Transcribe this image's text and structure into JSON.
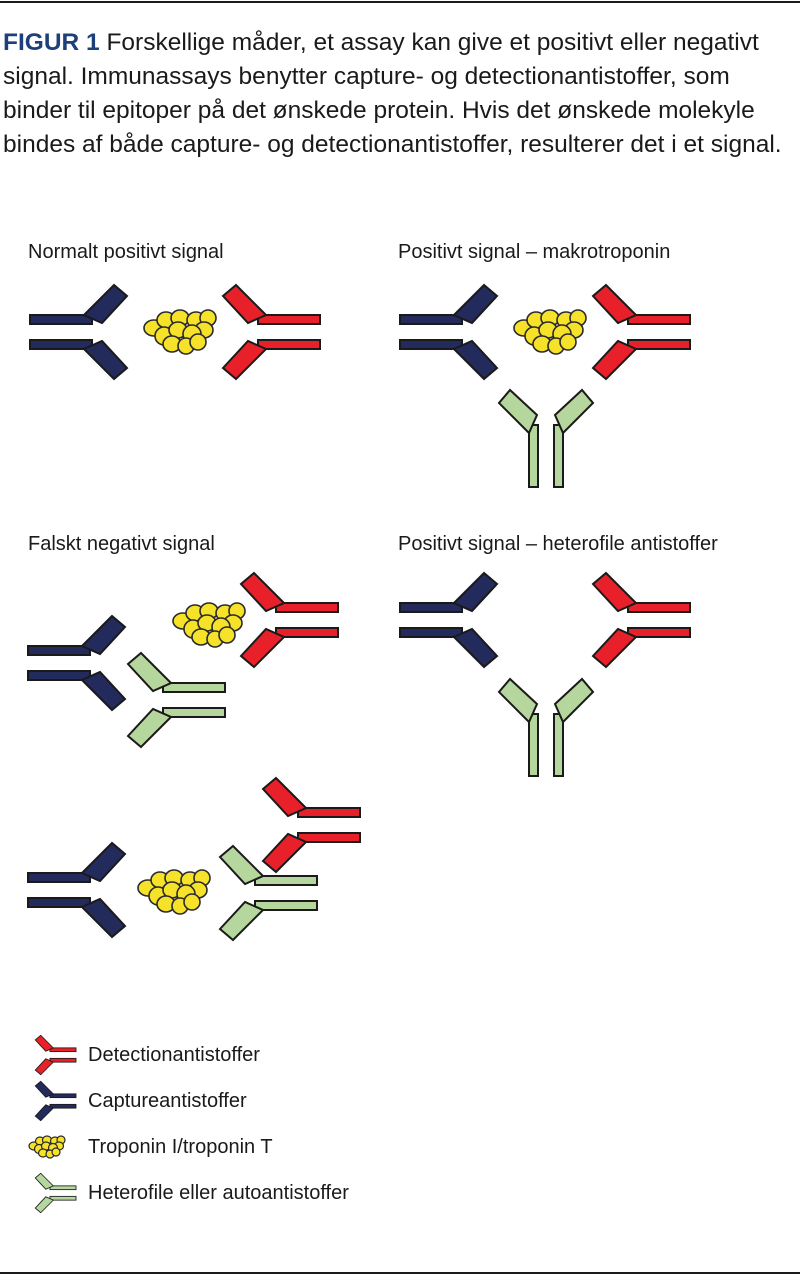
{
  "figure": {
    "label": "FIGUR 1",
    "caption": "Forskellige måder, et assay kan give et positivt eller negativt signal. Immunassays benytter capture- og detection­antistoffer, som binder til epitoper på det ønskede protein. Hvis det ønskede molekyle bindes af både capture- og detectionantistoffer, resulterer det i et signal."
  },
  "panels": {
    "normal": "Normalt positivt signal",
    "makro": "Positivt signal – makrotroponin",
    "falsk": "Falskt negativt signal",
    "hetero": "Positivt signal – heterofile antistoffer"
  },
  "legend": {
    "detection": "Detectionantistoffer",
    "capture": "Captureantistoffer",
    "troponin": "Troponin I/troponin T",
    "heterofile": "Heterofile eller autoantistoffer"
  },
  "colors": {
    "detection": "#e8202a",
    "capture": "#232a5c",
    "heterofile": "#b5d69c",
    "troponin": "#f7e22a",
    "figure_label": "#1d3f7a"
  }
}
